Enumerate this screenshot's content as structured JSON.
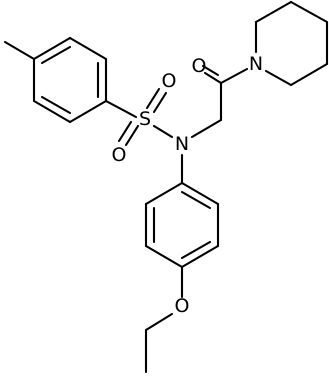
{
  "molecule": {
    "atom_labels": {
      "sulfur": "S",
      "sulfonyl_oxygen_upper": "O",
      "sulfonyl_oxygen_lower": "O",
      "amide_nitrogen": "N",
      "carbonyl_oxygen": "O",
      "piperidine_nitrogen": "N",
      "ether_oxygen": "O"
    }
  }
}
